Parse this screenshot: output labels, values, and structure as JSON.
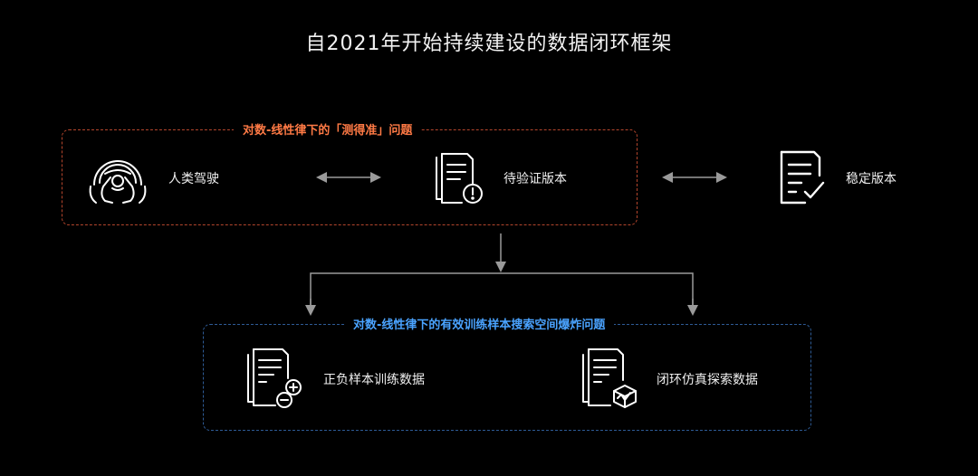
{
  "title": "自2021年开始持续建设的数据闭环框架",
  "top_group": {
    "label": "对数-线性律下的「测得准」问题",
    "color": "#ff7a45",
    "nodes": {
      "human": {
        "label": "人类驾驶",
        "icon": "steering-wheel-hands-icon"
      },
      "pending": {
        "label": "待验证版本",
        "icon": "document-warning-icon"
      }
    }
  },
  "stable": {
    "label": "稳定版本",
    "icon": "document-check-icon"
  },
  "bottom_group": {
    "label": "对数-线性律下的有效训练样本搜索空间爆炸问题",
    "color": "#4aa3ff",
    "nodes": {
      "samples": {
        "label": "正负样本训练数据",
        "icon": "document-plus-minus-icon"
      },
      "sim": {
        "label": "闭环仿真探索数据",
        "icon": "document-cube-icon"
      }
    }
  }
}
